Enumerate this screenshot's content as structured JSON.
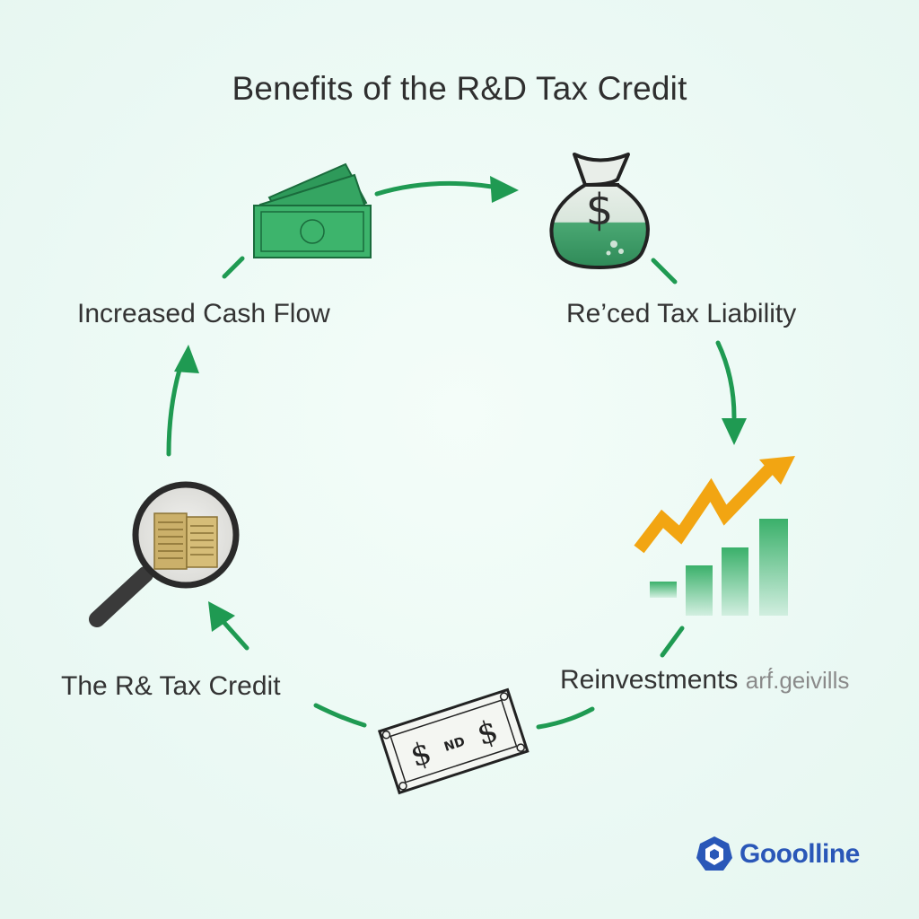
{
  "title": "Benefits of  the R&D Tax Credit",
  "nodes": {
    "increased_cash_flow": {
      "label": "Increased Cash Flow",
      "icon": "cash-bills-icon"
    },
    "reduced_tax_liability": {
      "label": "Re’ced Tax Liability",
      "icon": "money-bag-icon"
    },
    "reinvestments": {
      "label": "Reinvestments",
      "label_suffix": "arf́.geivills",
      "icon": "growth-chart-icon"
    },
    "rd_tax_credit": {
      "label": "The R& Tax Credit",
      "icon": "magnifier-documents-icon"
    }
  },
  "bottom_bill": {
    "text": "ND",
    "symbol": "$"
  },
  "bag_symbol": "$",
  "logo": {
    "text": "Gooolline"
  },
  "colors": {
    "arrow": "#1f9a52",
    "bill_green": "#3aa865",
    "chart_orange": "#f2a512",
    "chart_green": "#3ab06a",
    "logo_blue": "#2a57b8"
  }
}
